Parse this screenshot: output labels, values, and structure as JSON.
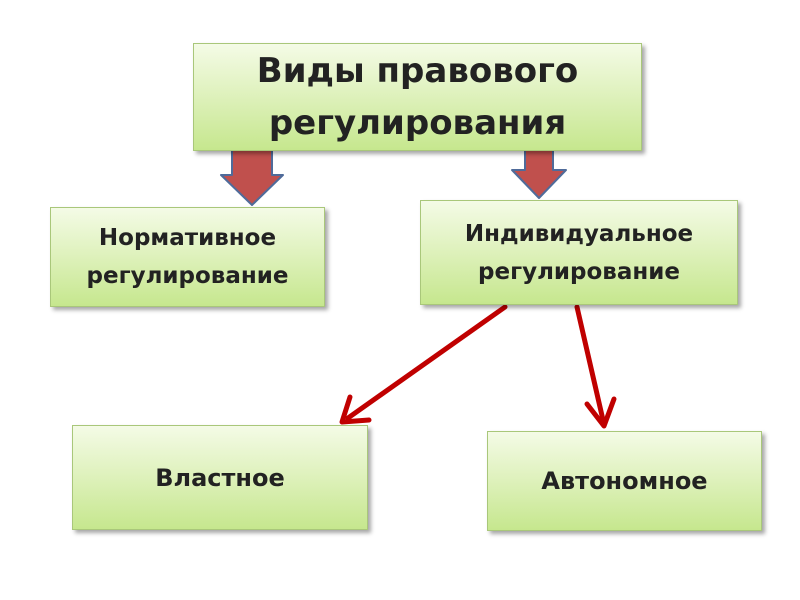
{
  "nodes": {
    "root": {
      "label": "Виды правового\nрегулирования"
    },
    "normative": {
      "label": "Нормативное\nрегулирование"
    },
    "individual": {
      "label": "Индивидуальное\nрегулирование"
    },
    "power": {
      "label": "Властное"
    },
    "autonomous": {
      "label": "Автономное"
    }
  },
  "colors": {
    "box_fill_top": "#f4fbe6",
    "box_fill_bottom": "#c6e78e",
    "box_border": "#a9c77a",
    "block_arrow_fill": "#c0504d",
    "block_arrow_stroke": "#4f6b9a",
    "line_arrow": "#c00000",
    "text": "#222222"
  },
  "edges": [
    {
      "from": "root",
      "to": "normative",
      "style": "block-arrow"
    },
    {
      "from": "root",
      "to": "individual",
      "style": "block-arrow"
    },
    {
      "from": "individual",
      "to": "power",
      "style": "line-arrow"
    },
    {
      "from": "individual",
      "to": "autonomous",
      "style": "line-arrow"
    }
  ]
}
